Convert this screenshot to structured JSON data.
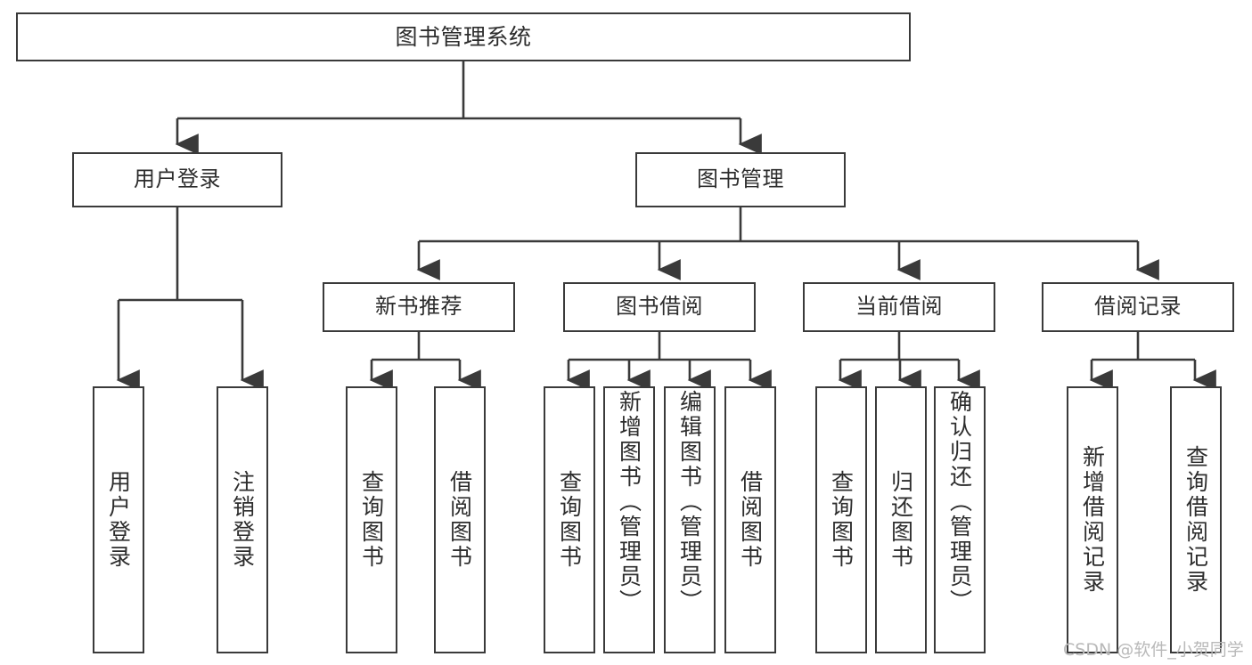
{
  "diagram": {
    "type": "tree",
    "title": "图书管理系统",
    "orientation": "top-down",
    "colors": {
      "box_border": "#3a3a3a",
      "box_fill": "#ffffff",
      "text": "#2d2d2d",
      "connector": "#3a3a3a",
      "watermark": "#b9b9b9",
      "background": "#ffffff"
    },
    "root": {
      "label": "图书管理系统"
    },
    "level2": [
      {
        "label": "用户登录"
      },
      {
        "label": "图书管理"
      }
    ],
    "level3": [
      {
        "label": "新书推荐"
      },
      {
        "label": "图书借阅"
      },
      {
        "label": "当前借阅"
      },
      {
        "label": "借阅记录"
      }
    ],
    "leaves": {
      "user_login": [
        {
          "label": "用户登录"
        },
        {
          "label": "注销登录"
        }
      ],
      "new_book_recommend": [
        {
          "label": "查询图书"
        },
        {
          "label": "借阅图书"
        }
      ],
      "book_borrow": [
        {
          "label": "查询图书"
        },
        {
          "label": "新增图书（管理员）"
        },
        {
          "label": "编辑图书（管理员）"
        },
        {
          "label": "借阅图书"
        }
      ],
      "current_borrow": [
        {
          "label": "查询图书"
        },
        {
          "label": "归还图书"
        },
        {
          "label": "确认归还（管理员）"
        }
      ],
      "borrow_records": [
        {
          "label": "新增借阅记录"
        },
        {
          "label": "查询借阅记录"
        }
      ]
    },
    "watermark": "CSDN @软件_小贺同学"
  }
}
